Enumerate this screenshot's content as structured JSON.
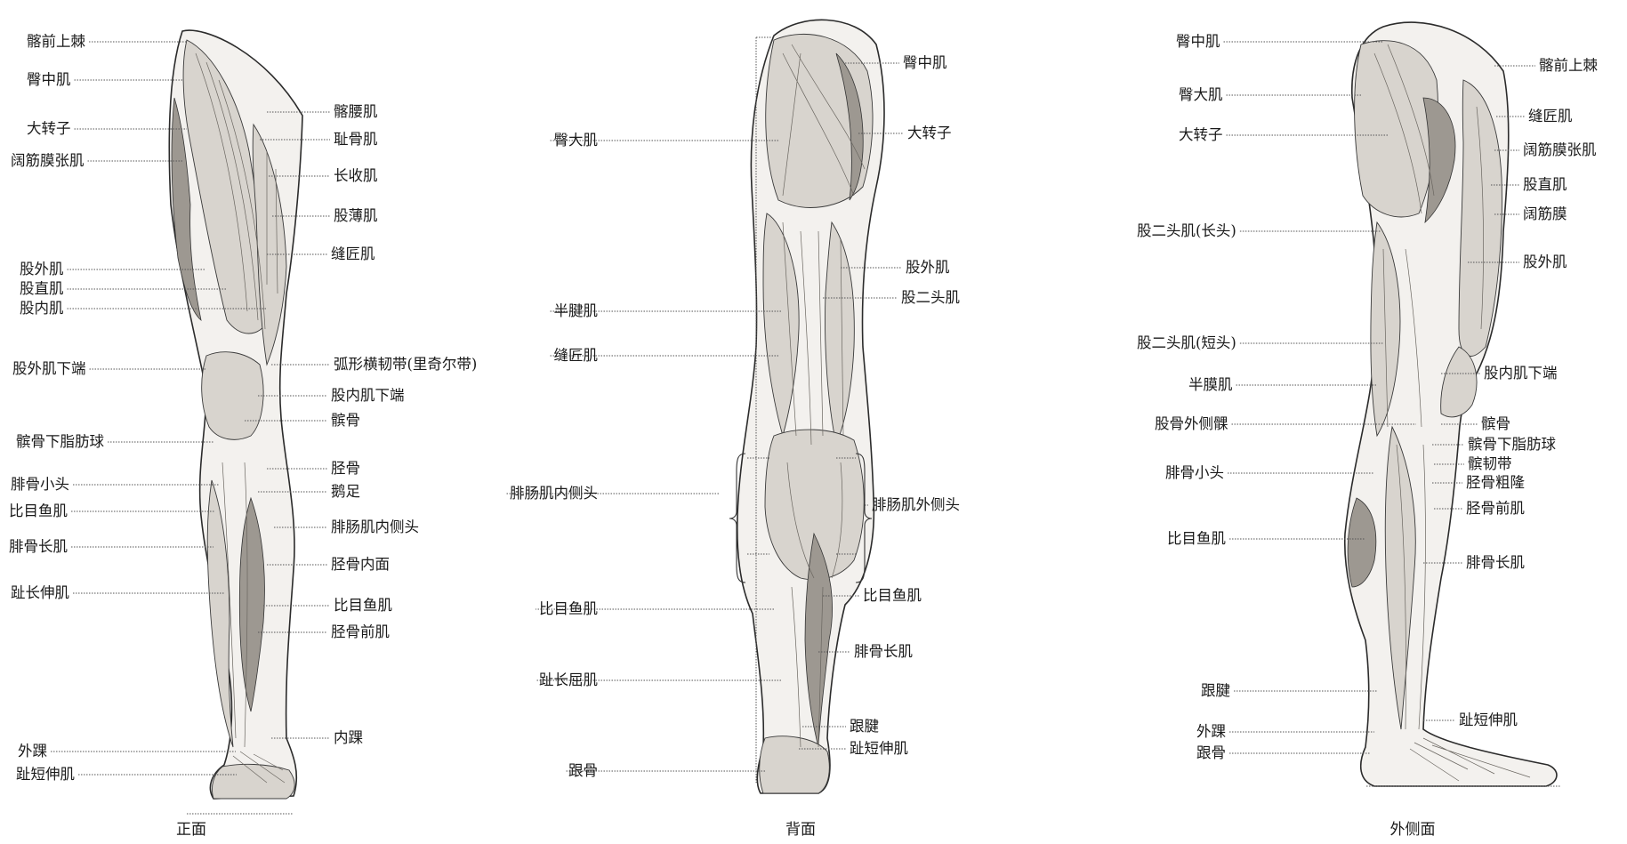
{
  "views": [
    {
      "caption": "正面",
      "labels": [
        {
          "text": "髂前上棘"
        },
        {
          "text": "臀中肌"
        },
        {
          "text": "大转子"
        },
        {
          "text": "阔筋膜张肌"
        },
        {
          "text": "股外肌"
        },
        {
          "text": "股直肌"
        },
        {
          "text": "股内肌"
        },
        {
          "text": "股外肌下端"
        },
        {
          "text": "髌骨下脂肪球"
        },
        {
          "text": "腓骨小头"
        },
        {
          "text": "比目鱼肌"
        },
        {
          "text": "腓骨长肌"
        },
        {
          "text": "趾长伸肌"
        },
        {
          "text": "外踝"
        },
        {
          "text": "趾短伸肌"
        },
        {
          "text": "髂腰肌"
        },
        {
          "text": "耻骨肌"
        },
        {
          "text": "长收肌"
        },
        {
          "text": "股薄肌"
        },
        {
          "text": "缝匠肌"
        },
        {
          "text": "弧形横韧带(里奇尔带)"
        },
        {
          "text": "股内肌下端"
        },
        {
          "text": "髌骨"
        },
        {
          "text": "胫骨"
        },
        {
          "text": "鹅足"
        },
        {
          "text": "腓肠肌内侧头"
        },
        {
          "text": "胫骨内面"
        },
        {
          "text": "比目鱼肌"
        },
        {
          "text": "胫骨前肌"
        },
        {
          "text": "内踝"
        }
      ]
    },
    {
      "caption": "背面",
      "labels": [
        {
          "text": "臀中肌"
        },
        {
          "text": "大转子"
        },
        {
          "text": "臀大肌"
        },
        {
          "text": "股外肌"
        },
        {
          "text": "股二头肌"
        },
        {
          "text": "半腱肌"
        },
        {
          "text": "缝匠肌"
        },
        {
          "text": "腓肠肌内侧头"
        },
        {
          "text": "腓肠肌外侧头"
        },
        {
          "text": "比目鱼肌"
        },
        {
          "text": "比目鱼肌"
        },
        {
          "text": "腓骨长肌"
        },
        {
          "text": "趾长屈肌"
        },
        {
          "text": "跟腱"
        },
        {
          "text": "趾短伸肌"
        },
        {
          "text": "跟骨"
        }
      ]
    },
    {
      "caption": "外侧面",
      "labels": [
        {
          "text": "臀中肌"
        },
        {
          "text": "臀大肌"
        },
        {
          "text": "大转子"
        },
        {
          "text": "股二头肌(长头)"
        },
        {
          "text": "股二头肌(短头)"
        },
        {
          "text": "半膜肌"
        },
        {
          "text": "股骨外侧髁"
        },
        {
          "text": "腓骨小头"
        },
        {
          "text": "比目鱼肌"
        },
        {
          "text": "跟腱"
        },
        {
          "text": "外踝"
        },
        {
          "text": "跟骨"
        },
        {
          "text": "髂前上棘"
        },
        {
          "text": "缝匠肌"
        },
        {
          "text": "阔筋膜张肌"
        },
        {
          "text": "股直肌"
        },
        {
          "text": "阔筋膜"
        },
        {
          "text": "股外肌"
        },
        {
          "text": "股内肌下端"
        },
        {
          "text": "髌骨"
        },
        {
          "text": "髌骨下脂肪球"
        },
        {
          "text": "髌韧带"
        },
        {
          "text": "胫骨粗隆"
        },
        {
          "text": "胫骨前肌"
        },
        {
          "text": "腓骨长肌"
        },
        {
          "text": "趾短伸肌"
        }
      ]
    }
  ]
}
